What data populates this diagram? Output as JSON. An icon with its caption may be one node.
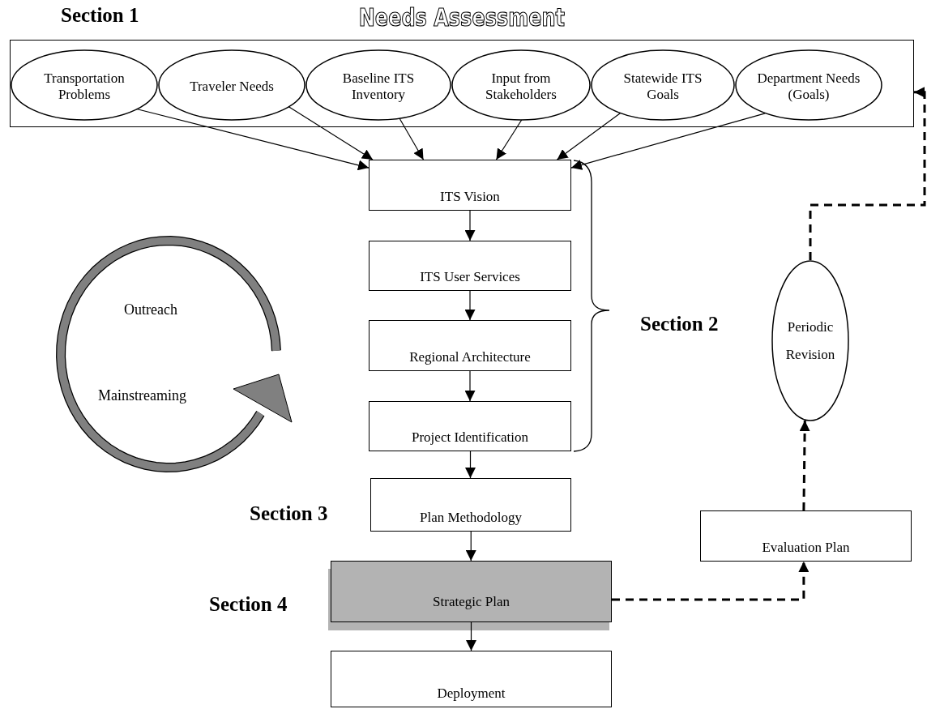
{
  "diagram": {
    "nodes": [
      {
        "text": [
          "Needs Assessment"
        ]
      },
      {
        "text": [
          "Transportation Problems"
        ],
        "in": 0
      },
      {
        "text": [
          "Traveler Needs"
        ],
        "in": 0
      },
      {
        "text": [
          "Baseline ITS Inventory"
        ],
        "in": 0
      },
      {
        "text": [
          "Input from Stakeholders"
        ],
        "in": 0
      },
      {
        "text": [
          "Statewide ITS Goals"
        ],
        "in": 0
      },
      {
        "text": [
          "Department Needs (Goals)"
        ],
        "in": 0
      },
      {
        "text": [
          "ITS Vision"
        ]
      },
      {
        "text": [
          "ITS User Services"
        ]
      },
      {
        "text": [
          "Regional Architecture"
        ]
      },
      {
        "text": [
          "Project Identification"
        ]
      },
      {
        "text": [
          "Plan Methodology"
        ]
      },
      {
        "text": [
          "Strategic Plan"
        ]
      },
      {
        "text": [
          "Deployment"
        ]
      },
      {
        "text": [
          "Evaluation Plan"
        ]
      },
      {
        "text": [
          "Periodic Revision"
        ]
      }
    ],
    "edges": [
      {
        "from": 1,
        "to": 7,
        "arrow": "to"
      },
      {
        "from": 2,
        "to": 7,
        "arrow": "to"
      },
      {
        "from": 3,
        "to": 7,
        "arrow": "to"
      },
      {
        "from": 4,
        "to": 7,
        "arrow": "to"
      },
      {
        "from": 5,
        "to": 7,
        "arrow": "to"
      },
      {
        "from": 6,
        "to": 7,
        "arrow": "to"
      },
      {
        "from": 7,
        "to": 8,
        "arrow": "to"
      },
      {
        "from": 8,
        "to": 9,
        "arrow": "to"
      },
      {
        "from": 9,
        "to": 10,
        "arrow": "to"
      },
      {
        "from": 10,
        "to": 11,
        "arrow": "to"
      },
      {
        "from": 11,
        "to": 12,
        "arrow": "to"
      },
      {
        "from": 12,
        "to": 13,
        "arrow": "to"
      },
      {
        "from": 12,
        "to": 14,
        "arrow": "to",
        "style": "dashed"
      },
      {
        "from": 14,
        "to": 15,
        "arrow": "to",
        "style": "dashed"
      },
      {
        "from": 15,
        "to": 0,
        "arrow": "to",
        "style": "dashed"
      }
    ],
    "labels": [
      "Section 1",
      "Outreach",
      "Mainstreaming",
      "Section 2",
      "Section 3",
      "Section 4"
    ]
  }
}
